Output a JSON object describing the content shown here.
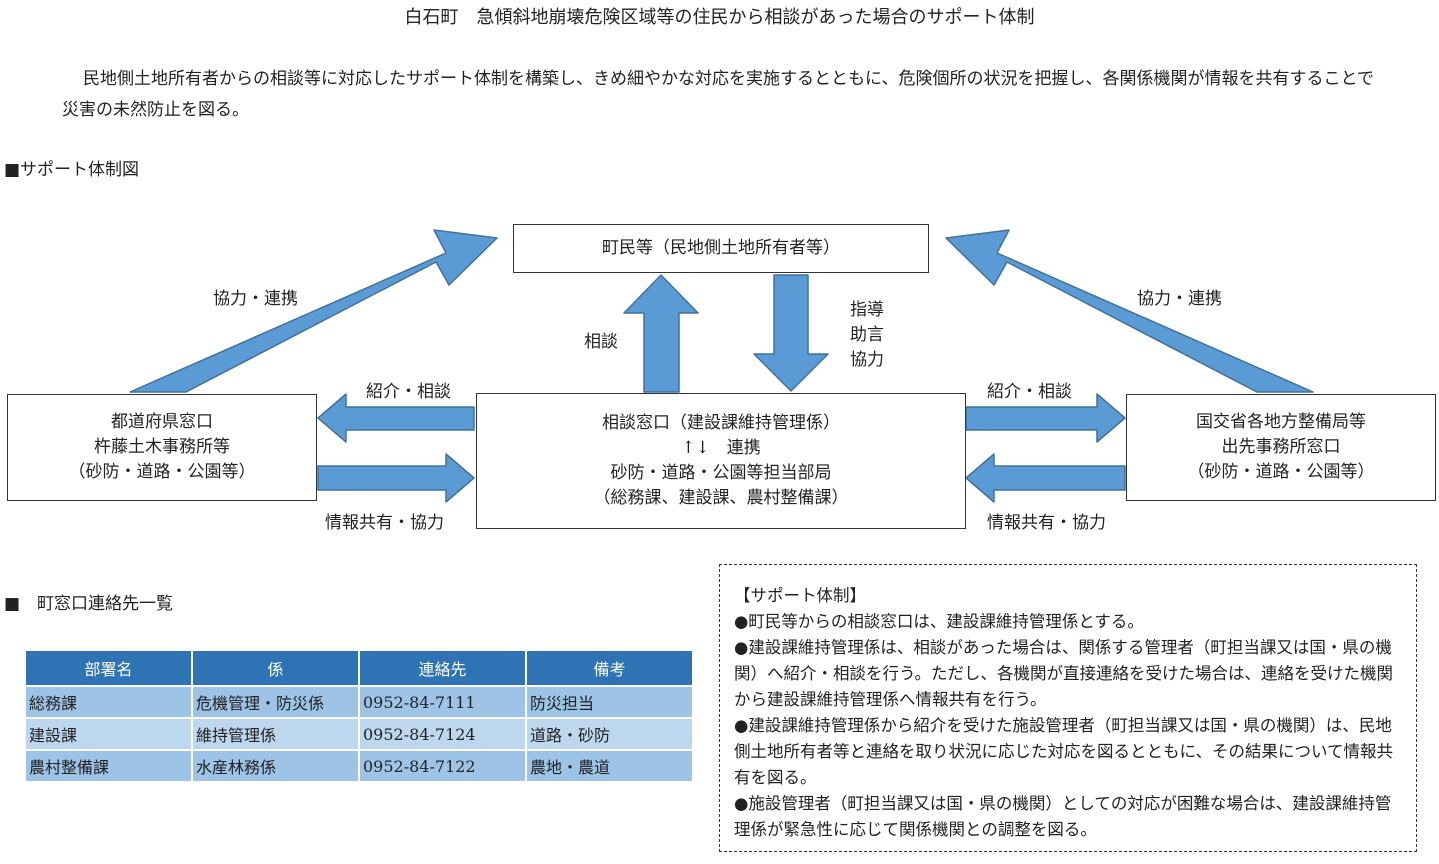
{
  "title": "白石町　急傾斜地崩壊危険区域等の住民から相談があった場合のサポート体制",
  "intro": "民地側土地所有者からの相談等に対応したサポート体制を構築し、きめ細やかな対応を実施するとともに、危険個所の状況を把握し、各関係機関が情報を共有することで災害の未然防止を図る。",
  "diagram_heading": "■サポート体制図",
  "diagram": {
    "top_box": "町民等（民地側土地所有者等）",
    "center_box": [
      "相談窓口（建設課維持管理係）",
      "↑↓　連携",
      "砂防・道路・公園等担当部局",
      "（総務課、建設課、農村整備課）"
    ],
    "left_box": [
      "都道府県窓口",
      "杵藤土木事務所等",
      "（砂防・道路・公園等）"
    ],
    "right_box": [
      "国交省各地方整備局等",
      "出先事務所窓口",
      "（砂防・道路・公園等）"
    ],
    "labels": {
      "left_coop": "協力・連携",
      "right_coop": "協力・連携",
      "consult": "相談",
      "guidance": [
        "指導",
        "助言",
        "協力"
      ],
      "left_intro": "紹介・相談",
      "right_intro": "紹介・相談",
      "left_share": "情報共有・協力",
      "right_share": "情報共有・協力"
    },
    "arrow_color": "#5b9bd5"
  },
  "contacts_heading": "■　町窓口連絡先一覧",
  "contacts": {
    "headers": [
      "部署名",
      "係",
      "連絡先",
      "備考"
    ],
    "rows": [
      [
        "総務課",
        "危機管理・防災係",
        "0952-84-7111",
        "防災担当"
      ],
      [
        "建設課",
        "維持管理係",
        "0952-84-7124",
        "道路・砂防"
      ],
      [
        "農村整備課",
        "水産林務係",
        "0952-84-7122",
        "農地・農道"
      ]
    ],
    "header_color": "#2e74b5"
  },
  "notes": [
    "【サポート体制】",
    "●町民等からの相談窓口は、建設課維持管理係とする。",
    "●建設課維持管理係は、相談があった場合は、関係する管理者（町担当課又は国・県の機関）へ紹介・相談を行う。ただし、各機関が直接連絡を受けた場合は、連絡を受けた機関から建設課維持管理係へ情報共有を行う。",
    "●建設課維持管理係から紹介を受けた施設管理者（町担当課又は国・県の機関）は、民地側土地所有者等と連絡を取り状況に応じた対応を図るとともに、その結果について情報共有を図る。",
    "●施設管理者（町担当課又は国・県の機関）としての対応が困難な場合は、建設課維持管理係が緊急性に応じて関係機関との調整を図る。"
  ]
}
